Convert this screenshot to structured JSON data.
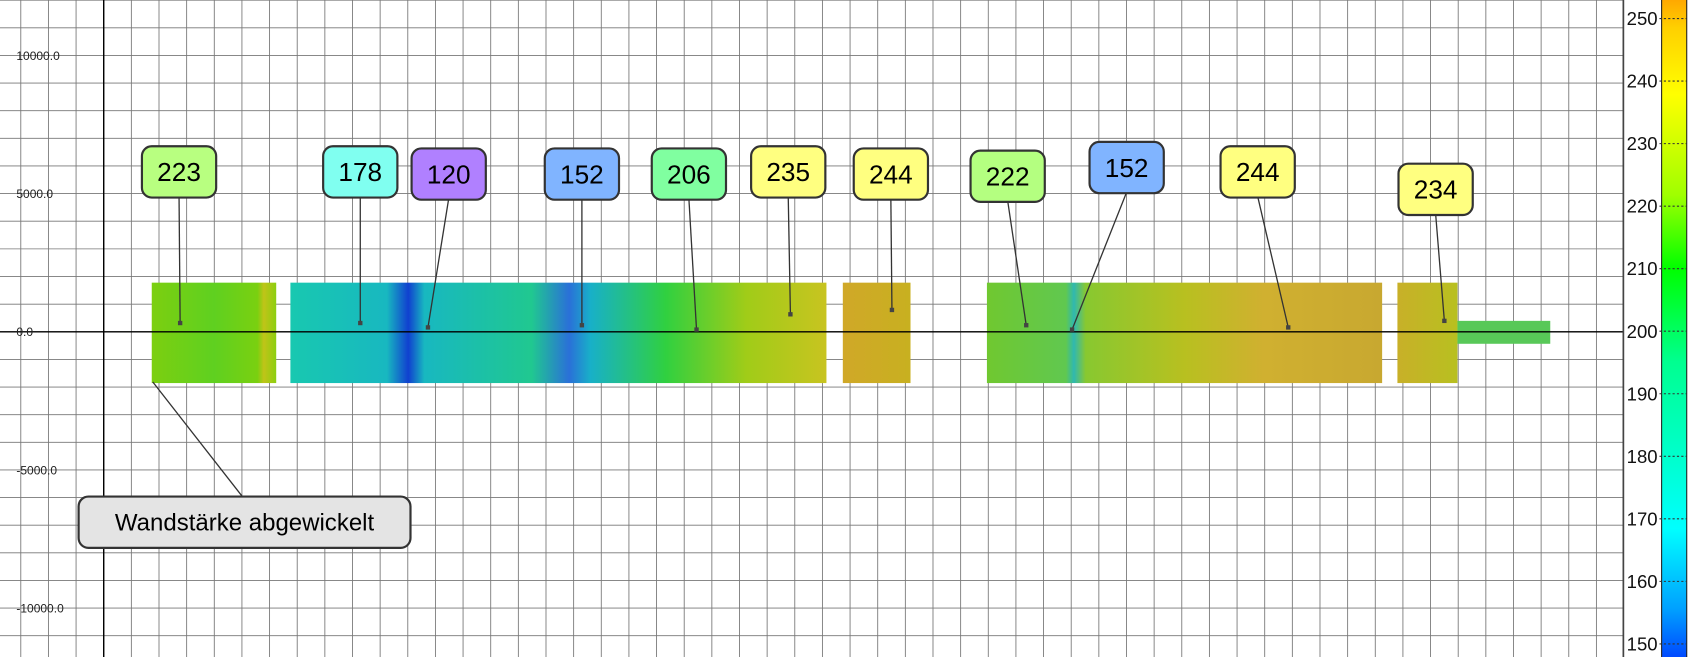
{
  "chart_data": {
    "type": "heatmap",
    "title": "Wandstärke abgewickelt",
    "xlabel": "",
    "ylabel": "",
    "y_ticks": [
      "10000.0",
      "5000.0",
      "0.0",
      "-5000.0",
      "-10000.0"
    ],
    "y_tick_values": [
      10000,
      5000,
      0,
      -5000,
      -10000
    ],
    "grid_step": 1000,
    "grid": true,
    "colorbar": {
      "ticks": [
        "250",
        "240",
        "230",
        "220",
        "210",
        "200",
        "190",
        "180",
        "170",
        "160",
        "150"
      ],
      "range": [
        148,
        253
      ],
      "placement": "right"
    },
    "callouts": [
      {
        "value": "223",
        "color": "#b8ff80"
      },
      {
        "value": "178",
        "color": "#80fff0"
      },
      {
        "value": "120",
        "color": "#b080ff"
      },
      {
        "value": "152",
        "color": "#80b4ff"
      },
      {
        "value": "206",
        "color": "#80ffa0"
      },
      {
        "value": "235",
        "color": "#ffff80"
      },
      {
        "value": "244",
        "color": "#ffff80"
      },
      {
        "value": "222",
        "color": "#b4ff80"
      },
      {
        "value": "152",
        "color": "#80b4ff"
      },
      {
        "value": "244",
        "color": "#ffff80"
      },
      {
        "value": "234",
        "color": "#ffff80"
      }
    ],
    "label": "Wandstärke abgewickelt"
  }
}
